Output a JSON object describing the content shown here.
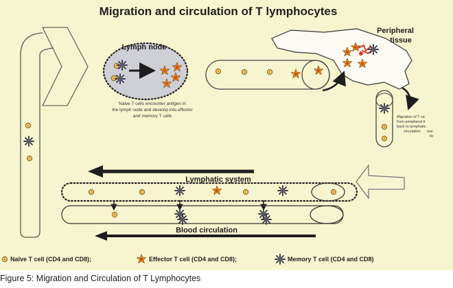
{
  "title": "Migration and circulation of T lymphocytes",
  "labels": {
    "lymph_node": "Lymph node",
    "peripheral_tissue_line1": "Peripheral",
    "peripheral_tissue_line2": "tissue",
    "lymphatic_system": "Lymphatic system",
    "blood_circulation": "Blood circulation"
  },
  "lymph_node_note": [
    "Naive T cells encounter antigen in",
    "the lymph node and develop into effector",
    "and memory T cells"
  ],
  "migration_note": [
    "Migration of T ce",
    "from peripheral ti",
    "back to lymphatic",
    "circulation",
    "sue",
    "tic"
  ],
  "legend": {
    "naive": "Naïve T cell (CD4 and CD8);",
    "effector": "Effector T cell (CD4 and CD8);",
    "memory": "Memory T cell (CD4 and CD8)"
  },
  "caption": "Figure 5: Migration and Circulation of T Lymphocytes",
  "colors": {
    "background": "#f7f5cf",
    "naive_cell": "#f2c86a",
    "effector_cell": "#f08a1c",
    "memory_cell": "#4a4a55",
    "lymph_node_fill": "#cfcfd6",
    "antigen": "#d83a2a"
  }
}
